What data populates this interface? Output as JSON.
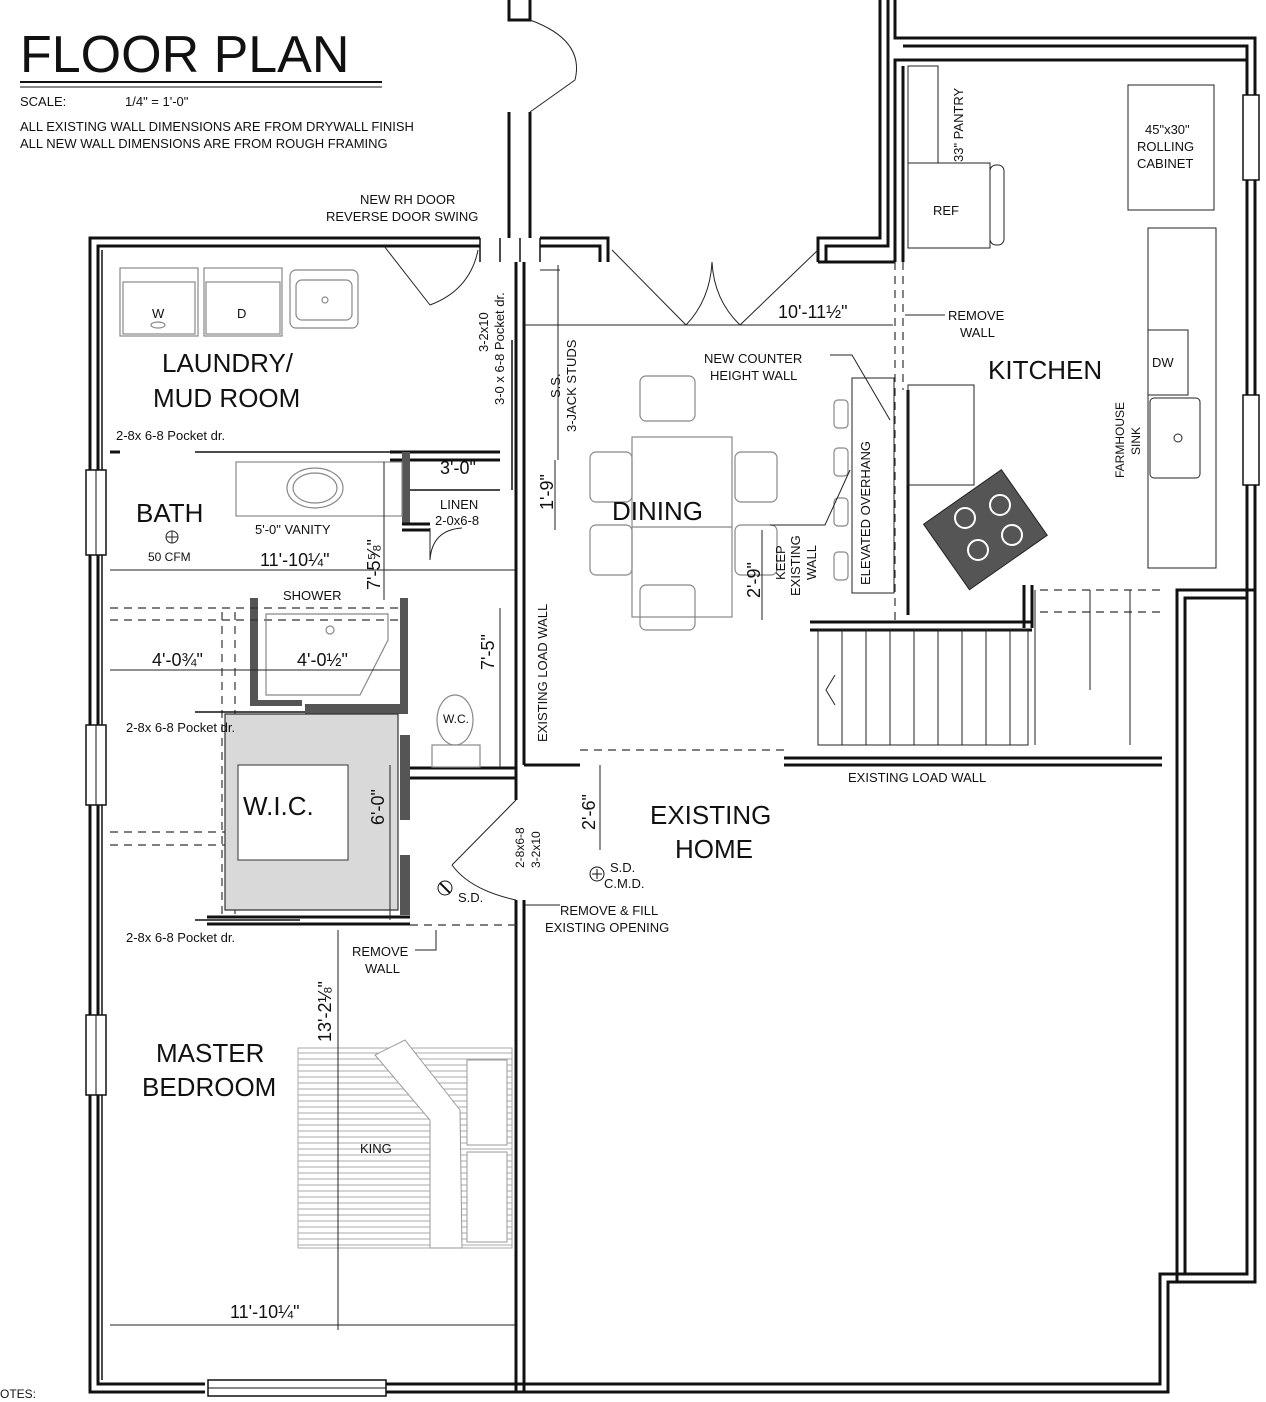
{
  "header": {
    "title": "FLOOR PLAN",
    "scale_label": "SCALE:",
    "scale_value": "1/4\" = 1'-0\"",
    "note1": "ALL EXISTING WALL DIMENSIONS ARE FROM DRYWALL FINISH",
    "note2": "ALL NEW WALL DIMENSIONS ARE FROM ROUGH FRAMING"
  },
  "notes_fragment": "OTES:",
  "rooms": {
    "laundry1": "LAUNDRY/",
    "laundry2": "MUD ROOM",
    "bath": "BATH",
    "dining": "DINING",
    "kitchen": "KITCHEN",
    "existing1": "EXISTING",
    "existing2": "HOME",
    "wic": "W.I.C.",
    "master1": "MASTER",
    "master2": "BEDROOM"
  },
  "fixtures": {
    "washer": "W",
    "dryer": "D",
    "ref": "REF",
    "pantry": "33\" PANTRY",
    "cabinet1": "45\"x30\"",
    "cabinet2": "ROLLING",
    "cabinet3": "CABINET",
    "dw": "DW",
    "sink1": "FARMHOUSE",
    "sink2": "SINK",
    "wc": "W.C.",
    "shower": "SHOWER",
    "vanity": "5'-0\" VANITY",
    "linen1": "LINEN",
    "linen2": "2-0x6-8",
    "fan": "50 CFM",
    "king": "KING",
    "sd": "S.D.",
    "sdcmd1": "S.D.",
    "sdcmd2": "C.M.D."
  },
  "annotations": {
    "new_rh_door1": "NEW RH DOOR",
    "new_rh_door2": "REVERSE DOOR SWING",
    "remove_wall_kitchen1": "REMOVE",
    "remove_wall_kitchen2": "WALL",
    "new_counter1": "NEW COUNTER",
    "new_counter2": "HEIGHT WALL",
    "elevated_overhang": "ELEVATED OVERHANG",
    "keep_wall1": "KEEP",
    "keep_wall2": "EXISTING",
    "keep_wall3": "WALL",
    "pocket_laundry": "2-8x 6-8 Pocket dr.",
    "pocket_wic_top": "2-8x 6-8 Pocket dr.",
    "pocket_wic_bottom": "2-8x 6-8 Pocket dr.",
    "pocket_vert1": "3-2x10",
    "pocket_vert2": "3-0 x 6-8 Pocket dr.",
    "ss1": "S.S.",
    "ss2": "3-JACK STUDS",
    "existing_load_wall_v": "EXISTING LOAD WALL",
    "existing_load_wall_h": "EXISTING LOAD WALL",
    "door_2868_1": "2-8x6-8",
    "door_2868_2": "3-2x10",
    "remove_fill1": "REMOVE & FILL",
    "remove_fill2": "EXISTING OPENING",
    "remove_wall_bed1": "REMOVE",
    "remove_wall_bed2": "WALL"
  },
  "dimensions": {
    "kitchen_width": "10'-11½\"",
    "linen_width": "3'-0\"",
    "dim_1_9": "1'-9\"",
    "bath_width": "11'-10¼\"",
    "bath_height": "7'-5⅝\"",
    "shower_left": "4'-0¾\"",
    "shower_width": "4'-0½\"",
    "wc_height": "7'-5\"",
    "keep_wall_dim": "2'-9\"",
    "wic_depth": "6'-0\"",
    "dim_2_6": "2'-6\"",
    "bedroom_height": "13'-2⅛\"",
    "bedroom_width": "11'-10¼\""
  }
}
